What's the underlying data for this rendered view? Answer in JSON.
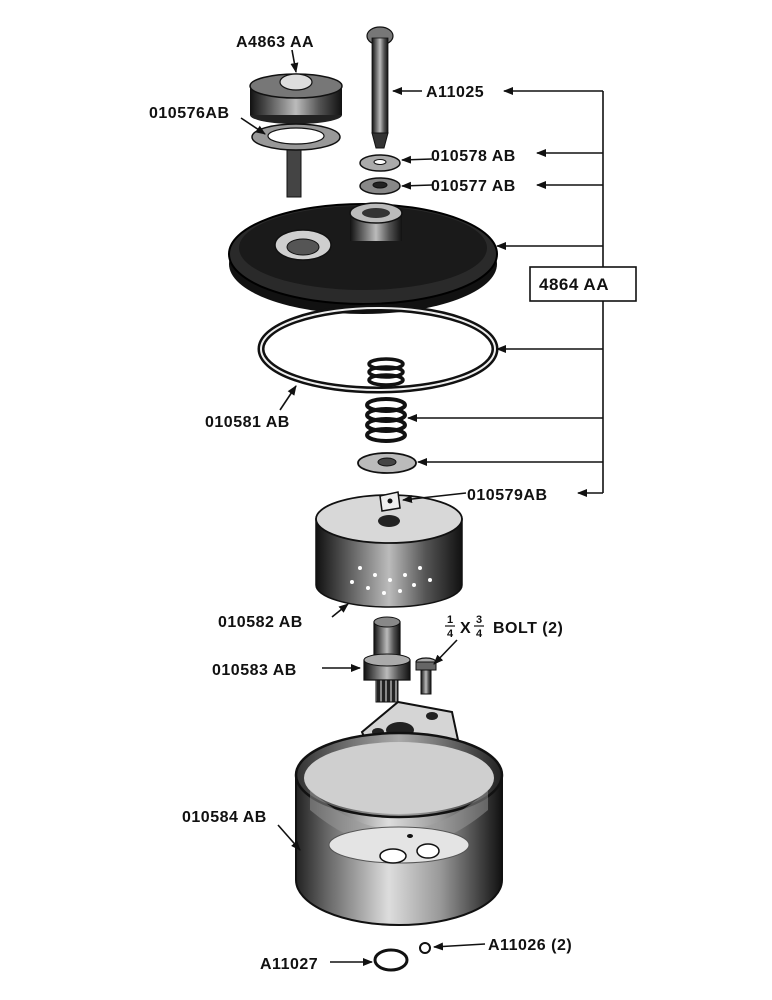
{
  "callouts": {
    "a4863aa": "A4863 AA",
    "a11025": "A11025",
    "p010576ab": "010576AB",
    "p010578ab": "010578 AB",
    "p010577ab": "010577 AB",
    "assembly_4864aa": "4864 AA",
    "p010581ab": "010581 AB",
    "p010579ab": "010579AB",
    "p010582ab": "010582 AB",
    "bolt_num1": "1",
    "bolt_den1": "4",
    "bolt_x": "X",
    "bolt_num2": "3",
    "bolt_den2": "4",
    "bolt_tail": "BOLT (2)",
    "p010583ab": "010583 AB",
    "p010584ab": "010584 AB",
    "a11027": "A11027",
    "a11026": "A11026 (2)"
  },
  "colors": {
    "ink": "#111111",
    "paper": "#ffffff"
  }
}
